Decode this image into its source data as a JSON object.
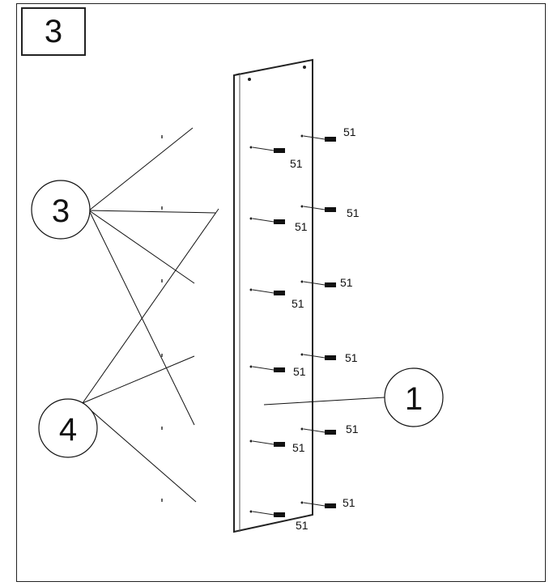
{
  "step_number": "3",
  "callouts": {
    "panel": "1",
    "shelf_left": "3",
    "shelf_right": "4"
  },
  "screw_label": "51"
}
